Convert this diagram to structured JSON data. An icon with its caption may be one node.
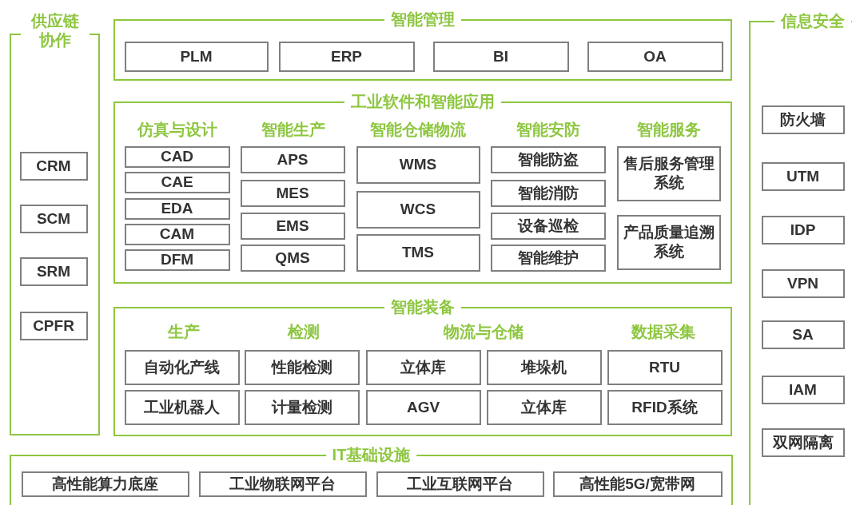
{
  "diagram": {
    "nodes": [
      {
        "text": [
          "供应链协作"
        ]
      },
      {
        "text": [
          "CRM"
        ],
        "in": 0
      },
      {
        "text": [
          "SCM"
        ],
        "in": 0
      },
      {
        "text": [
          "SRM"
        ],
        "in": 0
      },
      {
        "text": [
          "CPFR"
        ],
        "in": 0
      },
      {
        "text": [
          "智能管理"
        ]
      },
      {
        "text": [
          "PLM"
        ],
        "in": 5
      },
      {
        "text": [
          "ERP"
        ],
        "in": 5
      },
      {
        "text": [
          "BI"
        ],
        "in": 5
      },
      {
        "text": [
          "OA"
        ],
        "in": 5
      },
      {
        "text": [
          "工业软件和智能应用"
        ]
      },
      {
        "text": [
          "CAD"
        ],
        "in": 10
      },
      {
        "text": [
          "CAE"
        ],
        "in": 10
      },
      {
        "text": [
          "EDA"
        ],
        "in": 10
      },
      {
        "text": [
          "CAM"
        ],
        "in": 10
      },
      {
        "text": [
          "DFM"
        ],
        "in": 10
      },
      {
        "text": [
          "APS"
        ],
        "in": 10
      },
      {
        "text": [
          "MES"
        ],
        "in": 10
      },
      {
        "text": [
          "EMS"
        ],
        "in": 10
      },
      {
        "text": [
          "QMS"
        ],
        "in": 10
      },
      {
        "text": [
          "WMS"
        ],
        "in": 10
      },
      {
        "text": [
          "WCS"
        ],
        "in": 10
      },
      {
        "text": [
          "TMS"
        ],
        "in": 10
      },
      {
        "text": [
          "智能防盗"
        ],
        "in": 10
      },
      {
        "text": [
          "智能消防"
        ],
        "in": 10
      },
      {
        "text": [
          "设备巡检"
        ],
        "in": 10
      },
      {
        "text": [
          "智能维护"
        ],
        "in": 10
      },
      {
        "text": [
          "售后服务管理系统"
        ],
        "in": 10
      },
      {
        "text": [
          "产品质量追溯系统"
        ],
        "in": 10
      },
      {
        "text": [
          "智能装备"
        ]
      },
      {
        "text": [
          "自动化产线"
        ],
        "in": 29
      },
      {
        "text": [
          "工业机器人"
        ],
        "in": 29
      },
      {
        "text": [
          "性能检测"
        ],
        "in": 29
      },
      {
        "text": [
          "计量检测"
        ],
        "in": 29
      },
      {
        "text": [
          "立体库"
        ],
        "in": 29
      },
      {
        "text": [
          "AGV"
        ],
        "in": 29
      },
      {
        "text": [
          "堆垛机"
        ],
        "in": 29
      },
      {
        "text": [
          "立体库"
        ],
        "in": 29
      },
      {
        "text": [
          "RTU"
        ],
        "in": 29
      },
      {
        "text": [
          "RFID系统"
        ],
        "in": 29
      },
      {
        "text": [
          "IT基础设施"
        ]
      },
      {
        "text": [
          "高性能算力底座"
        ],
        "in": 40
      },
      {
        "text": [
          "工业物联网平台"
        ],
        "in": 40
      },
      {
        "text": [
          "工业互联网平台"
        ],
        "in": 40
      },
      {
        "text": [
          "高性能5G/宽带网"
        ],
        "in": 40
      },
      {
        "text": [
          "信息安全"
        ]
      },
      {
        "text": [
          "防火墙"
        ],
        "in": 45
      },
      {
        "text": [
          "UTM"
        ],
        "in": 45
      },
      {
        "text": [
          "IDP"
        ],
        "in": 45
      },
      {
        "text": [
          "VPN"
        ],
        "in": 45
      },
      {
        "text": [
          "SA"
        ],
        "in": 45
      },
      {
        "text": [
          "IAM"
        ],
        "in": 45
      },
      {
        "text": [
          "双网隔离"
        ],
        "in": 45
      }
    ],
    "edges": [],
    "labels": [
      "仿真与设计",
      "智能生产",
      "智能仓储物流",
      "智能安防",
      "智能服务",
      "生产",
      "检测",
      "物流与仓储",
      "数据采集"
    ]
  }
}
